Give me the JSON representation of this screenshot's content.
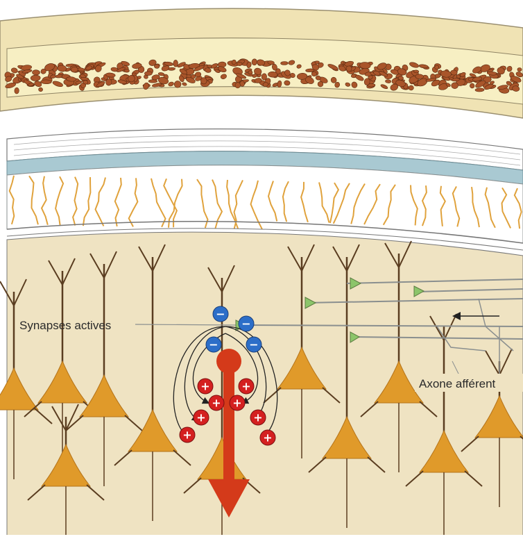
{
  "labels": {
    "synapses": "Synapses actives",
    "axon": "Axone afférent"
  },
  "charges": {
    "negative_symbol": "−",
    "positive_symbol": "+",
    "negative_count": 4,
    "positive_count": 8
  },
  "colors": {
    "background": "#ffffff",
    "scalp_band": "#f0e3b4",
    "skull_band": "#f7efc3",
    "bone_marrow": "#a9552a",
    "meninges": "#d9d3c2",
    "csf_layer": "#a9c9d2",
    "vessels": "#e0a23c",
    "cortex": "#efe3c2",
    "neuron_body": "#e09a2a",
    "dipole_arrow": "#d43a1a",
    "negative_charge": "#2c6ec8",
    "positive_charge": "#d42020",
    "synapse_triangle": "#8cc56a",
    "line_dark": "#5a3d20",
    "line_grey": "#8a8f8f"
  },
  "icons": {
    "negative": "minus-circle-icon",
    "positive": "plus-circle-icon",
    "synapse": "synapse-triangle-icon",
    "dipole": "down-arrow-icon"
  }
}
